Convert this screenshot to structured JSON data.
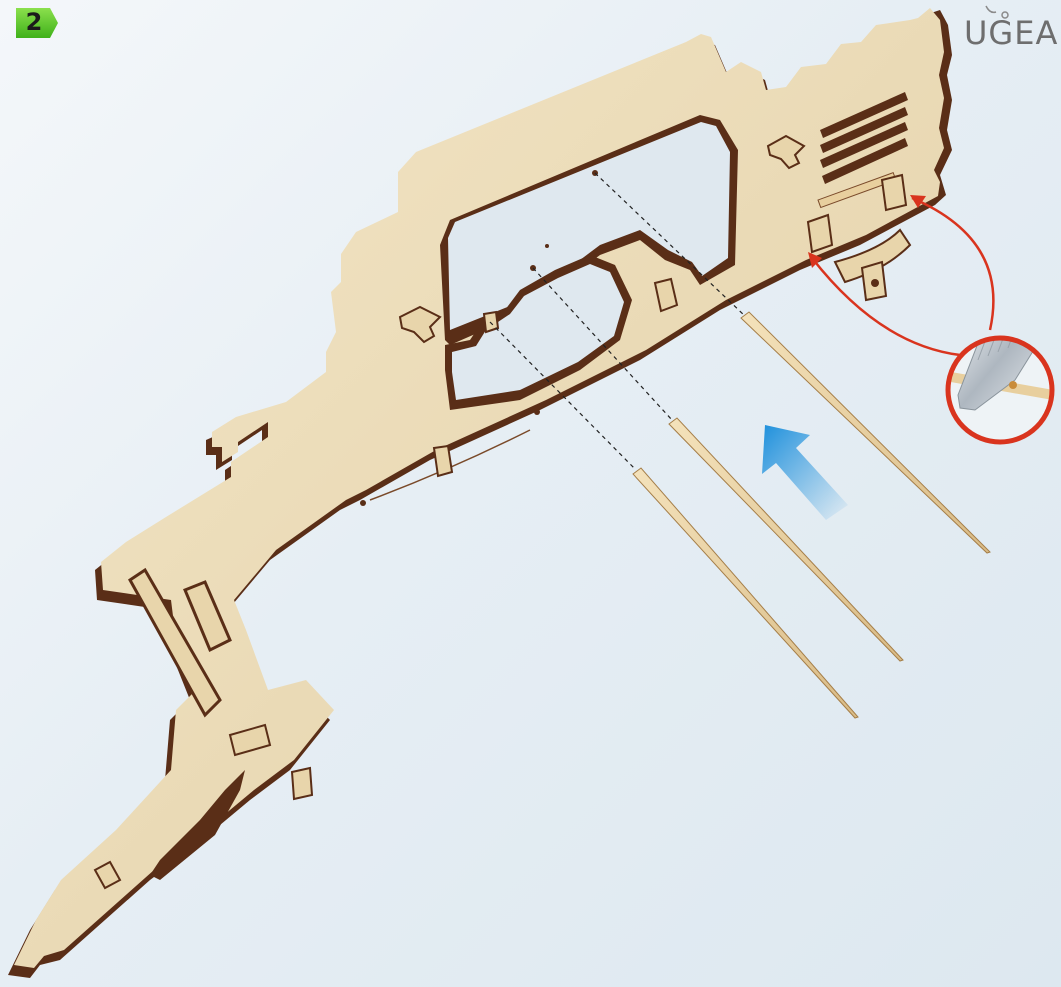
{
  "step": {
    "number": "2"
  },
  "brand": {
    "logo_text": "UGEA"
  },
  "colors": {
    "badge_green": "#5fcf2c",
    "plywood_face": "#ecdcb8",
    "plywood_edge": "#5a2e17",
    "callout_red": "#d9341e",
    "direction_arrow_blue": "#2f9fde",
    "pin_wood": "#e8cf9e"
  },
  "diagram": {
    "parts": [
      "frame-plate",
      "wooden-pins",
      "assembly-arrow",
      "blade-callout"
    ],
    "pin_count": 3,
    "callout_icon": "utility-knife-blade-icon"
  }
}
